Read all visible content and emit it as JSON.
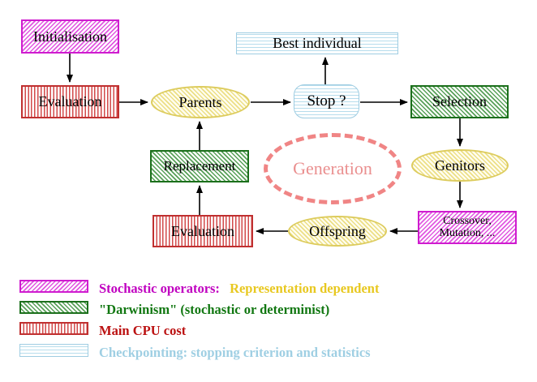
{
  "diagram": {
    "title_hint": "evolutionary-algorithm-cycle",
    "nodes": {
      "initialisation": {
        "label": "Initialisation",
        "style": "magenta-diagonal-hatch"
      },
      "evaluation_top": {
        "label": "Evaluation",
        "style": "red-vertical-stripes"
      },
      "parents": {
        "label": "Parents",
        "style": "yellow-diagonal-hatch-ellipse"
      },
      "best_individual": {
        "label": "Best individual",
        "style": "cyan-horizontal-stripes"
      },
      "stop": {
        "label": "Stop ?",
        "style": "cyan-horizontal-stripes-rounded"
      },
      "selection": {
        "label": "Selection",
        "style": "green-diagonal-hatch"
      },
      "genitors": {
        "label": "Genitors",
        "style": "yellow-diagonal-hatch-ellipse"
      },
      "crossover_mutation": {
        "lines": [
          "Crossover,",
          "Mutation, ..."
        ],
        "style": "magenta-diagonal-hatch"
      },
      "offspring": {
        "label": "Offspring",
        "style": "yellow-diagonal-hatch-ellipse"
      },
      "evaluation_bottom": {
        "label": "Evaluation",
        "style": "red-vertical-stripes"
      },
      "replacement": {
        "label": "Replacement",
        "style": "green-diagonal-hatch"
      },
      "generation": {
        "label": "Generation",
        "style": "salmon-dashed-ellipse"
      }
    },
    "edges": [
      {
        "from": "initialisation",
        "to": "evaluation_top"
      },
      {
        "from": "evaluation_top",
        "to": "parents"
      },
      {
        "from": "parents",
        "to": "stop"
      },
      {
        "from": "stop",
        "to": "best_individual"
      },
      {
        "from": "stop",
        "to": "selection"
      },
      {
        "from": "selection",
        "to": "genitors"
      },
      {
        "from": "genitors",
        "to": "crossover_mutation"
      },
      {
        "from": "crossover_mutation",
        "to": "offspring"
      },
      {
        "from": "offspring",
        "to": "evaluation_bottom"
      },
      {
        "from": "evaluation_bottom",
        "to": "replacement"
      },
      {
        "from": "replacement",
        "to": "parents"
      }
    ],
    "colors": {
      "magenta": "#cf1ccf",
      "green": "#1b6f1b",
      "red": "#c03030",
      "cyan": "#9fcde2",
      "yellow": "#ddcc5e",
      "salmon": "#f08585",
      "gold": "#e8c820",
      "black": "#000000"
    }
  },
  "legend": {
    "items": [
      {
        "swatch": "magenta-diagonal-hatch",
        "label1": "Stochastic operators:",
        "label1_color": "#c000c0",
        "label2": "Representation dependent",
        "label2_color": "#e8c820"
      },
      {
        "swatch": "green-diagonal-hatch",
        "label": "\"Darwinism\" (stochastic or determinist)",
        "label_color": "#117711"
      },
      {
        "swatch": "red-vertical-stripes",
        "label": "Main CPU cost",
        "label_color": "#bb1111"
      },
      {
        "swatch": "cyan-horizontal-stripes",
        "label": "Checkpointing: stopping criterion and statistics",
        "label_color": "#9fcfe3"
      }
    ]
  }
}
